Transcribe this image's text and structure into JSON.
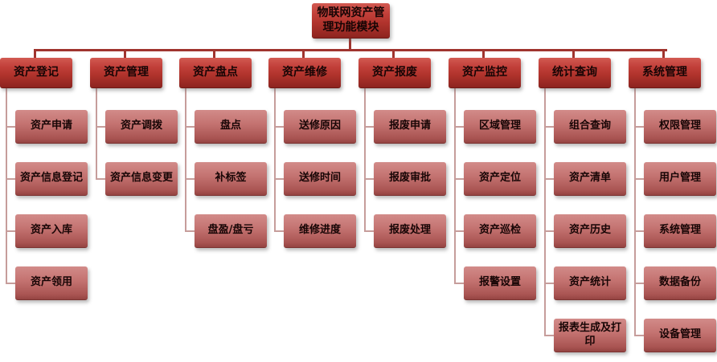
{
  "diagram": {
    "root": "物联网资产管理功能模块",
    "columns": [
      {
        "title": "资产登记",
        "children": [
          "资产申请",
          "资产信息登记",
          "资产入库",
          "资产领用"
        ]
      },
      {
        "title": "资产管理",
        "children": [
          "资产调拨",
          "资产信息变更"
        ]
      },
      {
        "title": "资产盘点",
        "children": [
          "盘点",
          "补标签",
          "盘盈/盘亏"
        ]
      },
      {
        "title": "资产维修",
        "children": [
          "送修原因",
          "送修时间",
          "维修进度"
        ]
      },
      {
        "title": "资产报废",
        "children": [
          "报废申请",
          "报废审批",
          "报废处理"
        ]
      },
      {
        "title": "资产监控",
        "children": [
          "区域管理",
          "资产定位",
          "资产巡检",
          "报警设置"
        ]
      },
      {
        "title": "统计查询",
        "children": [
          "组合查询",
          "资产清单",
          "资产历史",
          "资产统计",
          "报表生成及打印"
        ]
      },
      {
        "title": "系统管理",
        "children": [
          "权限管理",
          "用户管理",
          "系统管理",
          "数据备份",
          "设备管理"
        ]
      }
    ],
    "colors": {
      "node_dark": "#b0332c",
      "node_light": "#c47371",
      "connector_dark": "#a0342e",
      "connector_light": "#c69d9b",
      "background": "#ffffff"
    }
  }
}
